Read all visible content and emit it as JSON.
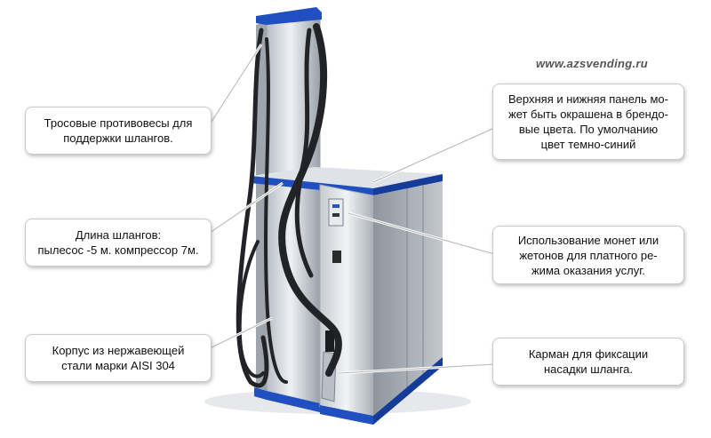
{
  "site_url": "www.azsvending.ru",
  "callouts": {
    "counterweights": [
      "Тросовые противовесы для",
      "поддержки шлангов."
    ],
    "hose_length": [
      "Длина шлангов:",
      "пылесос -5 м. компрессор 7м."
    ],
    "housing": [
      "Корпус из нержавеющей",
      "стали марки AISI 304"
    ],
    "panels": [
      "Верхняя и нижняя панель мо-",
      "жет быть окрашена в брендо-",
      "вые цвета. По умолчанию",
      "цвет темно-синий"
    ],
    "coins": [
      "Использование монет или",
      "жетонов для платного ре-",
      "жима оказания услуг."
    ],
    "pocket": [
      "Карман для фиксации",
      "насадки шланга."
    ]
  },
  "colors": {
    "panel_blue": "#1f4fc0",
    "steel_light": "#dfe3e8",
    "steel_dark": "#8d949c",
    "hose": "#222326"
  }
}
